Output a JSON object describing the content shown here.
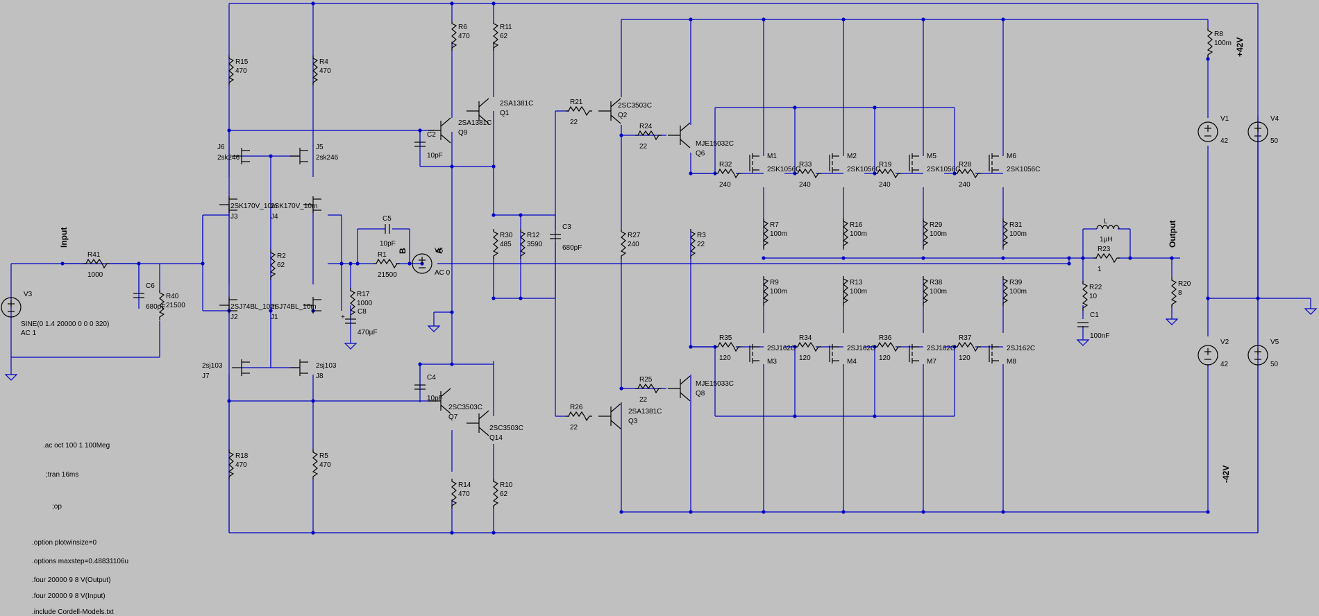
{
  "colors": {
    "background": "#c0c0c0",
    "wire": "#0000c8",
    "component": "#000000"
  },
  "nets": {
    "input": "Input",
    "output": "Output",
    "b": "B",
    "a": "A",
    "pos_supply": "+42V",
    "neg_supply": "-42V"
  },
  "resistors": [
    {
      "ref": "R15",
      "value": "470"
    },
    {
      "ref": "R4",
      "value": "470"
    },
    {
      "ref": "R6",
      "value": "470"
    },
    {
      "ref": "R11",
      "value": "62"
    },
    {
      "ref": "R41",
      "value": "1000"
    },
    {
      "ref": "R40",
      "value": "21500"
    },
    {
      "ref": "R2",
      "value": "62"
    },
    {
      "ref": "R1",
      "value": "21500"
    },
    {
      "ref": "R17",
      "value": "1000"
    },
    {
      "ref": "R30",
      "value": "485"
    },
    {
      "ref": "R12",
      "value": "3590"
    },
    {
      "ref": "R21",
      "value": "22"
    },
    {
      "ref": "R24",
      "value": "22"
    },
    {
      "ref": "R27",
      "value": "240"
    },
    {
      "ref": "R3",
      "value": "22"
    },
    {
      "ref": "R25",
      "value": "22"
    },
    {
      "ref": "R26",
      "value": "22"
    },
    {
      "ref": "R32",
      "value": "240"
    },
    {
      "ref": "R33",
      "value": "240"
    },
    {
      "ref": "R19",
      "value": "240"
    },
    {
      "ref": "R28",
      "value": "240"
    },
    {
      "ref": "R7",
      "value": "100m"
    },
    {
      "ref": "R16",
      "value": "100m"
    },
    {
      "ref": "R29",
      "value": "100m"
    },
    {
      "ref": "R31",
      "value": "100m"
    },
    {
      "ref": "R9",
      "value": "100m"
    },
    {
      "ref": "R13",
      "value": "100m"
    },
    {
      "ref": "R38",
      "value": "100m"
    },
    {
      "ref": "R39",
      "value": "100m"
    },
    {
      "ref": "R35",
      "value": "120"
    },
    {
      "ref": "R34",
      "value": "120"
    },
    {
      "ref": "R36",
      "value": "120"
    },
    {
      "ref": "R37",
      "value": "120"
    },
    {
      "ref": "R22",
      "value": "10"
    },
    {
      "ref": "R23",
      "value": "1"
    },
    {
      "ref": "R20",
      "value": "8"
    },
    {
      "ref": "R8",
      "value": "100m"
    },
    {
      "ref": "R18",
      "value": "470"
    },
    {
      "ref": "R5",
      "value": "470"
    },
    {
      "ref": "R14",
      "value": "470"
    },
    {
      "ref": "R10",
      "value": "62"
    }
  ],
  "capacitors": [
    {
      "ref": "C6",
      "value": "680pF"
    },
    {
      "ref": "C5",
      "value": "10pF"
    },
    {
      "ref": "C8",
      "value": "470µF"
    },
    {
      "ref": "C2",
      "value": "10pF"
    },
    {
      "ref": "C3",
      "value": "680pF"
    },
    {
      "ref": "C4",
      "value": "10pF"
    },
    {
      "ref": "C1",
      "value": "100nF"
    }
  ],
  "inductors": [
    {
      "ref": "L",
      "value": "1µH"
    }
  ],
  "jfets": [
    {
      "ref": "J6",
      "model": "2sk246"
    },
    {
      "ref": "J5",
      "model": "2sk246"
    },
    {
      "ref": "J3",
      "model": "2SK170V_10m"
    },
    {
      "ref": "J4",
      "model": "2SK170V_10m"
    },
    {
      "ref": "J2",
      "model": "2SJ74BL_10m"
    },
    {
      "ref": "J1",
      "model": "2SJ74BL_10m"
    },
    {
      "ref": "J7",
      "model": "2sj103"
    },
    {
      "ref": "J8",
      "model": "2sj103"
    }
  ],
  "bjts": [
    {
      "ref": "Q1",
      "model": "2SA1381C"
    },
    {
      "ref": "Q9",
      "model": "2SA1381C"
    },
    {
      "ref": "Q2",
      "model": "2SC3503C"
    },
    {
      "ref": "Q6",
      "model": "MJE15032C"
    },
    {
      "ref": "Q7",
      "model": "2SC3503C"
    },
    {
      "ref": "Q14",
      "model": "2SC3503C"
    },
    {
      "ref": "Q3",
      "model": "2SA1381C"
    },
    {
      "ref": "Q8",
      "model": "MJE15033C"
    }
  ],
  "mosfets": [
    {
      "ref": "M1",
      "model": "2SK1056C"
    },
    {
      "ref": "M2",
      "model": "2SK1056C"
    },
    {
      "ref": "M5",
      "model": "2SK1056C"
    },
    {
      "ref": "M6",
      "model": "2SK1056C"
    },
    {
      "ref": "M3",
      "model": "2SJ162C"
    },
    {
      "ref": "M4",
      "model": "2SJ162C"
    },
    {
      "ref": "M7",
      "model": "2SJ162C"
    },
    {
      "ref": "M8",
      "model": "2SJ162C"
    }
  ],
  "sources": [
    {
      "ref": "V3",
      "line1": "SINE(0 1.4 20000 0 0 0 320)",
      "line2": "AC 1"
    },
    {
      "ref": "V6",
      "value": "AC 0"
    },
    {
      "ref": "V1",
      "value": "42"
    },
    {
      "ref": "V2",
      "value": "42"
    },
    {
      "ref": "V4",
      "value": "50"
    },
    {
      "ref": "V5",
      "value": "50"
    }
  ],
  "directives": [
    ".ac oct 100 1 100Meg",
    ";tran 16ms",
    ";op",
    ".option plotwinsize=0",
    ".options maxstep=0.48831106u",
    ".four 20000 9 8 V(Output)",
    ".four 20000 9 8 V(Input)",
    ".include Cordell-Models.txt"
  ]
}
